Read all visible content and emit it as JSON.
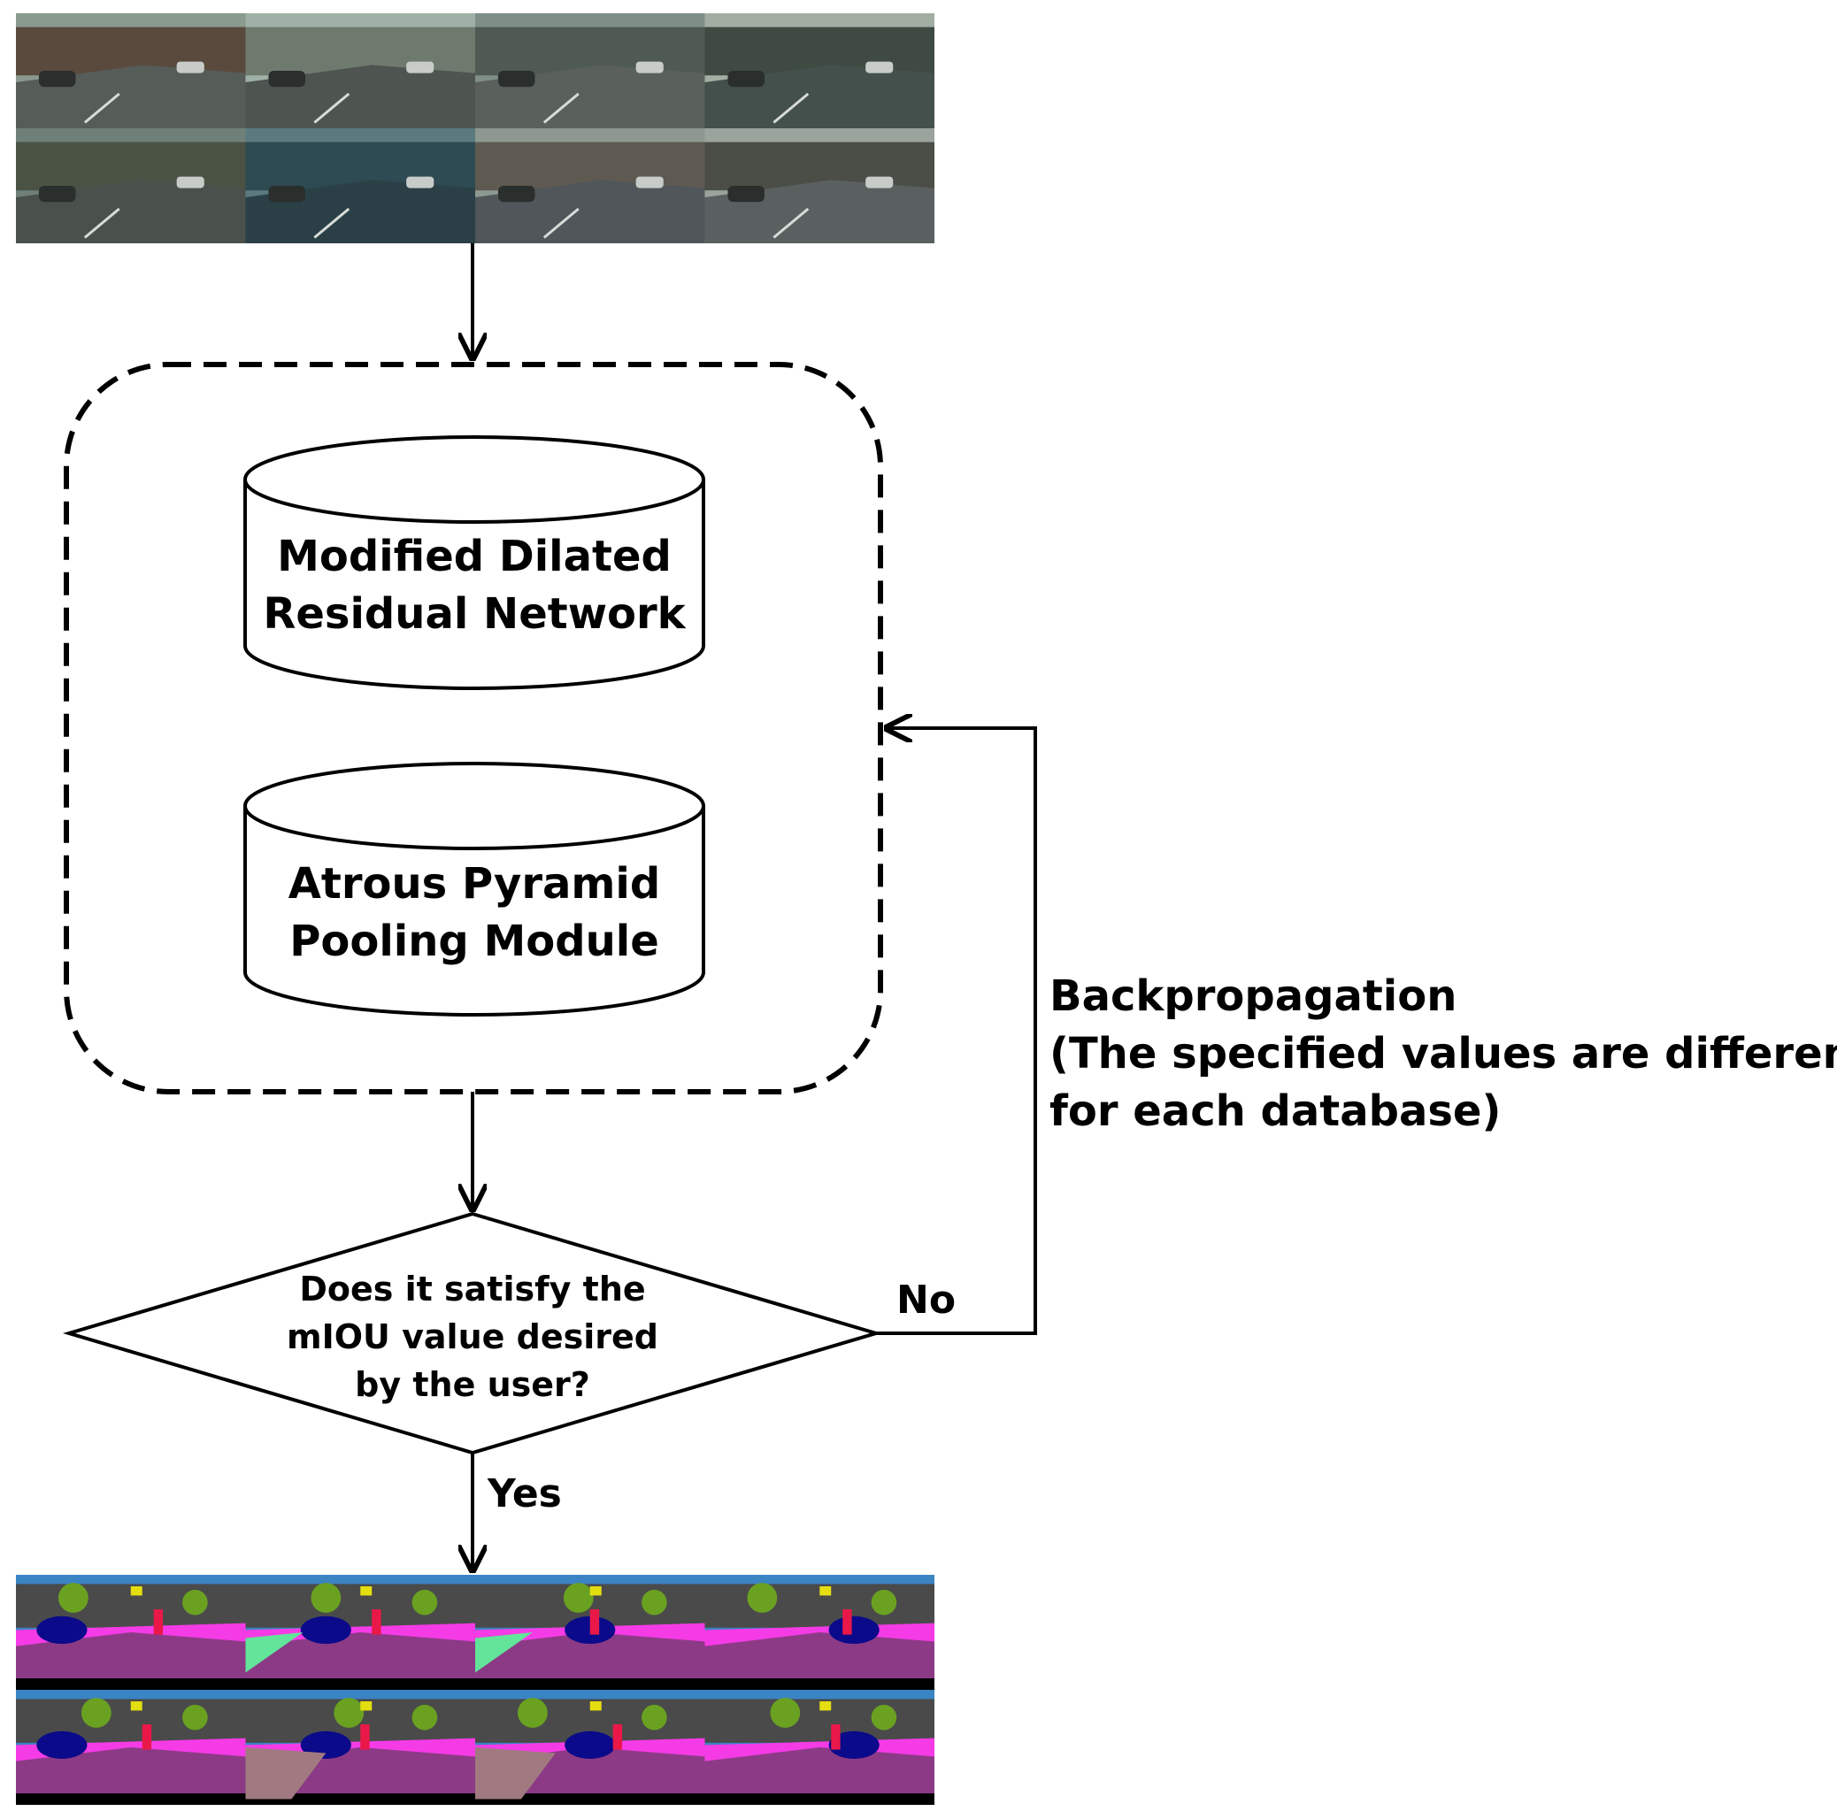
{
  "diagram": {
    "network_top": "Modified Dilated",
    "network_bottom": "Residual Network",
    "pooling_top": "Atrous Pyramid",
    "pooling_bottom": "Pooling Module",
    "decision_line1": "Does it satisfy the",
    "decision_line2": "mIOU value desired",
    "decision_line3": "by the user?",
    "yes_label": "Yes",
    "no_label": "No",
    "backprop_line1": "Backpropagation",
    "backprop_line2": "(The specified values are different",
    "backprop_line3": "for each database)"
  },
  "colors": {
    "road": "#8c3a86",
    "sidewalk": "#f53be6",
    "sky": "#3a84c4",
    "building": "#4a4a4a",
    "vegetation": "#6aa121",
    "car": "#0a0a8a",
    "person": "#ea1848",
    "traffic_sign": "#e4de10",
    "terrain": "#62e49a",
    "wall": "#a07a80"
  }
}
